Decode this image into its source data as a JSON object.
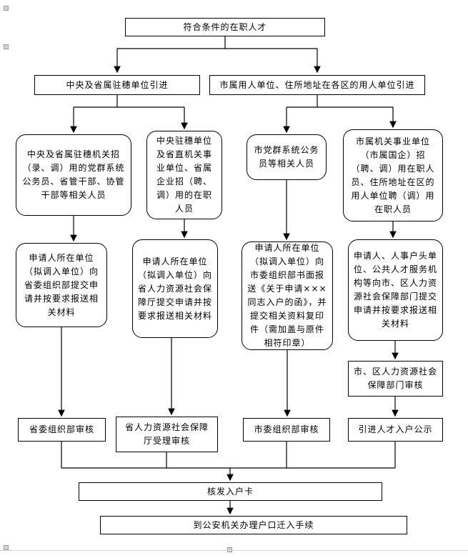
{
  "page": {
    "background_color": "#ffffff",
    "box_border_color": "#000000",
    "connector_color": "#000000",
    "artifact_handle_color": "#d4d4d4"
  },
  "nodes": {
    "start": {
      "label": "符合条件的在职人才"
    },
    "branch_left": {
      "label": "中央及省属驻穗单位引进"
    },
    "branch_right": {
      "label": "市属用人单位、住所地址在各区的用人单位引进"
    },
    "group_1": {
      "label": "中央及省属驻穗机关招（录、调）用的党群系统公务员、省管干部、协管干部等相关人员"
    },
    "group_2": {
      "label": "中央驻穗单位及省直机关事业单位、省属企业招（聘、调）用的在职人员"
    },
    "group_3": {
      "label": "市党群系统公务员等相关人员"
    },
    "group_4": {
      "label": "市属机关事业单位（市属国企）招（聘、调）用在职人员、住所地址在区的用人单位聘（调）用在职人员"
    },
    "apply_1": {
      "label": "申请人所在单位（拟调入单位）向省委组织部提交申请并按要求报送相关材料"
    },
    "apply_2": {
      "label": "申请人所在单位（拟调入单位）向省人力资源社会保障厅提交申请并按要求报送相关材料"
    },
    "apply_3": {
      "label": "申请人所在单位（拟调入单位）向市委组织部书面报送《关于申请×××同志入户的函》，并提交相关资料复印件（需加盖与原件相符印章）"
    },
    "apply_4": {
      "label": "申请人、人事户头单位、公共人才服务机构等向市、区人力资源社会保障部门提交申请并按要求报送相关材料"
    },
    "review_4a": {
      "label": "市、区人力资源社会保障部门审核"
    },
    "review_1": {
      "label": "省委组织部审核"
    },
    "review_2": {
      "label": "省人力资源社会保障厅受理审核"
    },
    "review_3": {
      "label": "市委组织部审核"
    },
    "review_4b": {
      "label": "引进人才入户公示"
    },
    "final_card": {
      "label": "核发入户卡"
    },
    "final_police": {
      "label": "到公安机关办理户口迁入手续"
    }
  }
}
